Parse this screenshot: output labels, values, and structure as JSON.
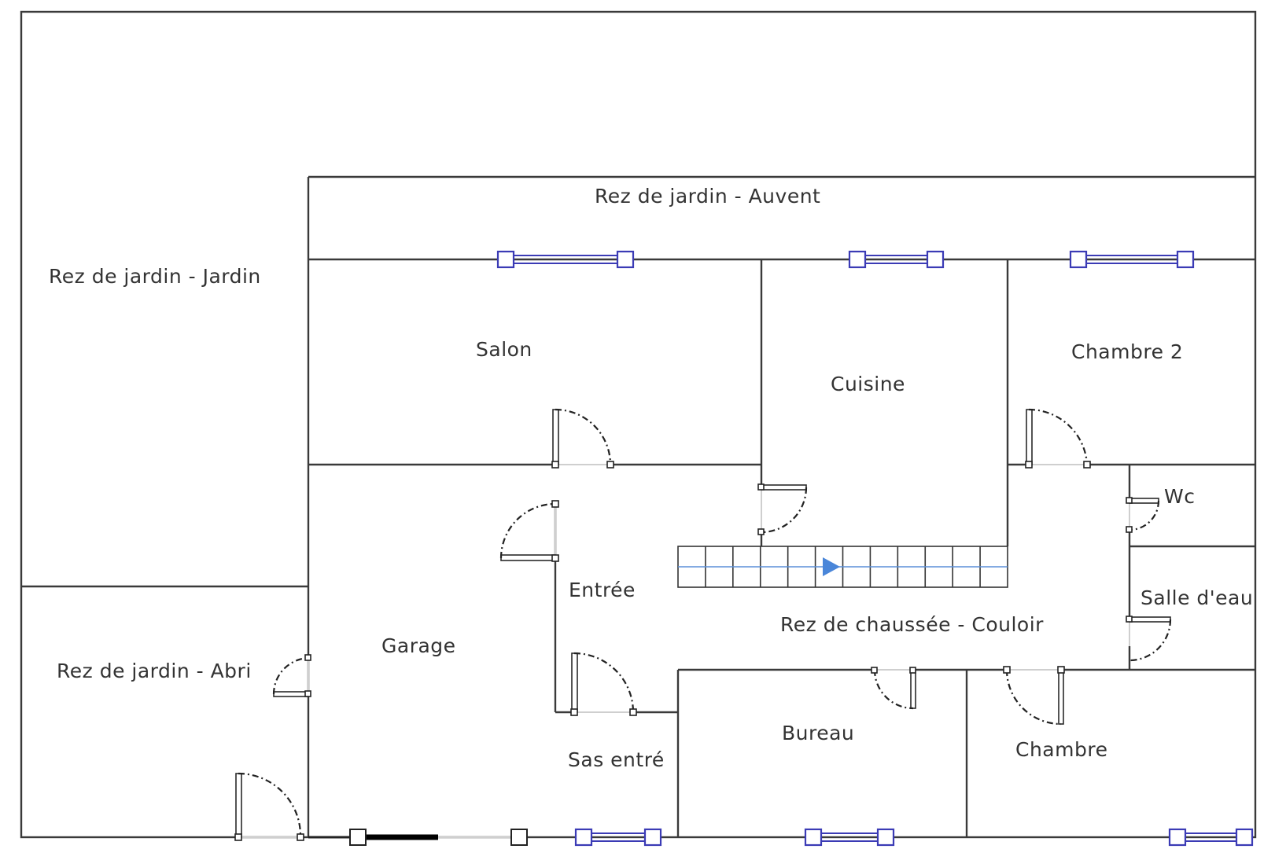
{
  "floor_plan": {
    "rooms": {
      "jardin": "Rez de jardin - Jardin",
      "auvent": "Rez de jardin - Auvent",
      "abri": "Rez de jardin - Abri",
      "salon": "Salon",
      "cuisine": "Cuisine",
      "chambre2": "Chambre 2",
      "wc": "Wc",
      "salle_eau": "Salle d'eau",
      "entree": "Entrée",
      "garage": "Garage",
      "couloir": "Rez de chaussée - Couloir",
      "sas": "Sas entré",
      "bureau": "Bureau",
      "chambre": "Chambre"
    },
    "colors": {
      "wall": "#3a3a3a",
      "window": "#3b3bb5",
      "stair_arrow": "#4a86d9"
    }
  }
}
